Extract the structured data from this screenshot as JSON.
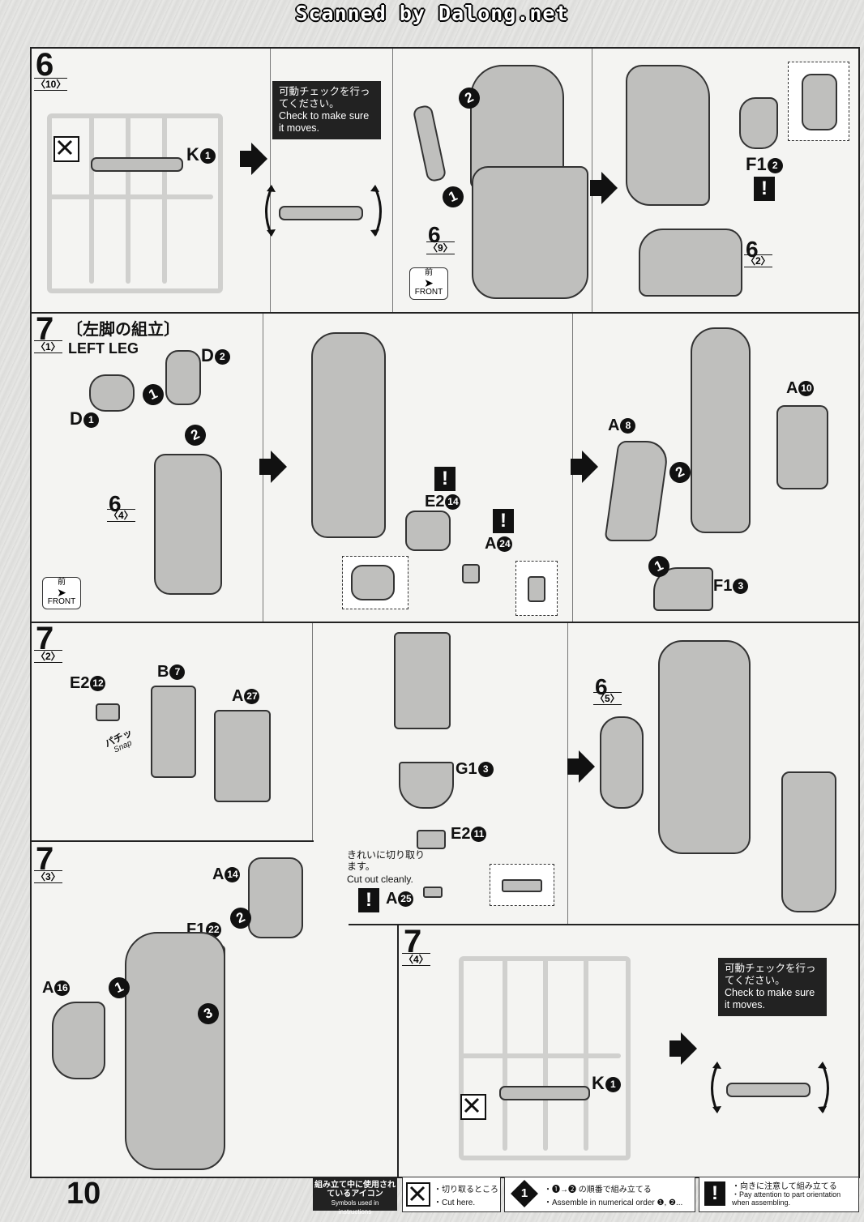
{
  "header": {
    "scan_credit": "Scanned by Dalong.net"
  },
  "step6_10": {
    "step": "6",
    "sub": "〈10〉",
    "part_label": "K",
    "part_num": "1",
    "check_jp": "可動チェックを行ってください。",
    "check_en": "Check to make sure it moves.",
    "order1": "1",
    "order2": "2",
    "ref_step": "6",
    "ref_sub": "〈9〉",
    "front_jp": "前",
    "front_en": "FRONT",
    "f1_label": "F1",
    "f1_num": "2",
    "ref2_step": "6",
    "ref2_sub": "〈2〉"
  },
  "step7_1": {
    "step": "7",
    "sub": "〈1〉",
    "title_jp": "〔左脚の組立〕",
    "title_en": "LEFT LEG",
    "d2": "D",
    "d2n": "2",
    "d1": "D",
    "d1n": "1",
    "ref_step": "6",
    "ref_sub": "〈4〉",
    "front_jp": "前",
    "front_en": "FRONT",
    "e2": "E2",
    "e2n": "14",
    "a24": "A",
    "a24n": "24",
    "a8": "A",
    "a8n": "8",
    "a10": "A",
    "a10n": "10",
    "f1": "F1",
    "f1n": "3",
    "o1": "1",
    "o2": "2"
  },
  "step7_2": {
    "step": "7",
    "sub": "〈2〉",
    "e2": "E2",
    "e2n": "12",
    "b7": "B",
    "b7n": "7",
    "a27": "A",
    "a27n": "27",
    "snap_jp": "パチッ",
    "snap_en": "Snap",
    "g1": "G1",
    "g1n": "3",
    "e2b": "E2",
    "e2bn": "11",
    "cut_jp": "きれいに切り取ります。",
    "cut_en": "Cut out cleanly.",
    "a25": "A",
    "a25n": "25",
    "ref_step": "6",
    "ref_sub": "〈5〉"
  },
  "step7_3": {
    "step": "7",
    "sub": "〈3〉",
    "a14": "A",
    "a14n": "14",
    "f1": "F1",
    "f1n": "22",
    "a16": "A",
    "a16n": "16",
    "o1": "1",
    "o2": "2",
    "o3": "3"
  },
  "step7_4": {
    "step": "7",
    "sub": "〈4〉",
    "part_label": "K",
    "part_num": "1",
    "check_jp": "可動チェックを行ってください。",
    "check_en": "Check to make sure it moves."
  },
  "footer": {
    "page_number": "10",
    "icons_jp": "組み立て中に使用されているアイコン",
    "icons_en": "Symbols used in instructions",
    "cut_jp": "・切り取るところ",
    "cut_en": "・Cut here.",
    "order_jp": "・❶→❷ の順番で組み立てる",
    "order_en": "・Assemble in numerical order ❶, ❷...",
    "attn_jp": "・向きに注意して組み立てる",
    "attn_en": "・Pay attention to part orientation when assembling."
  }
}
